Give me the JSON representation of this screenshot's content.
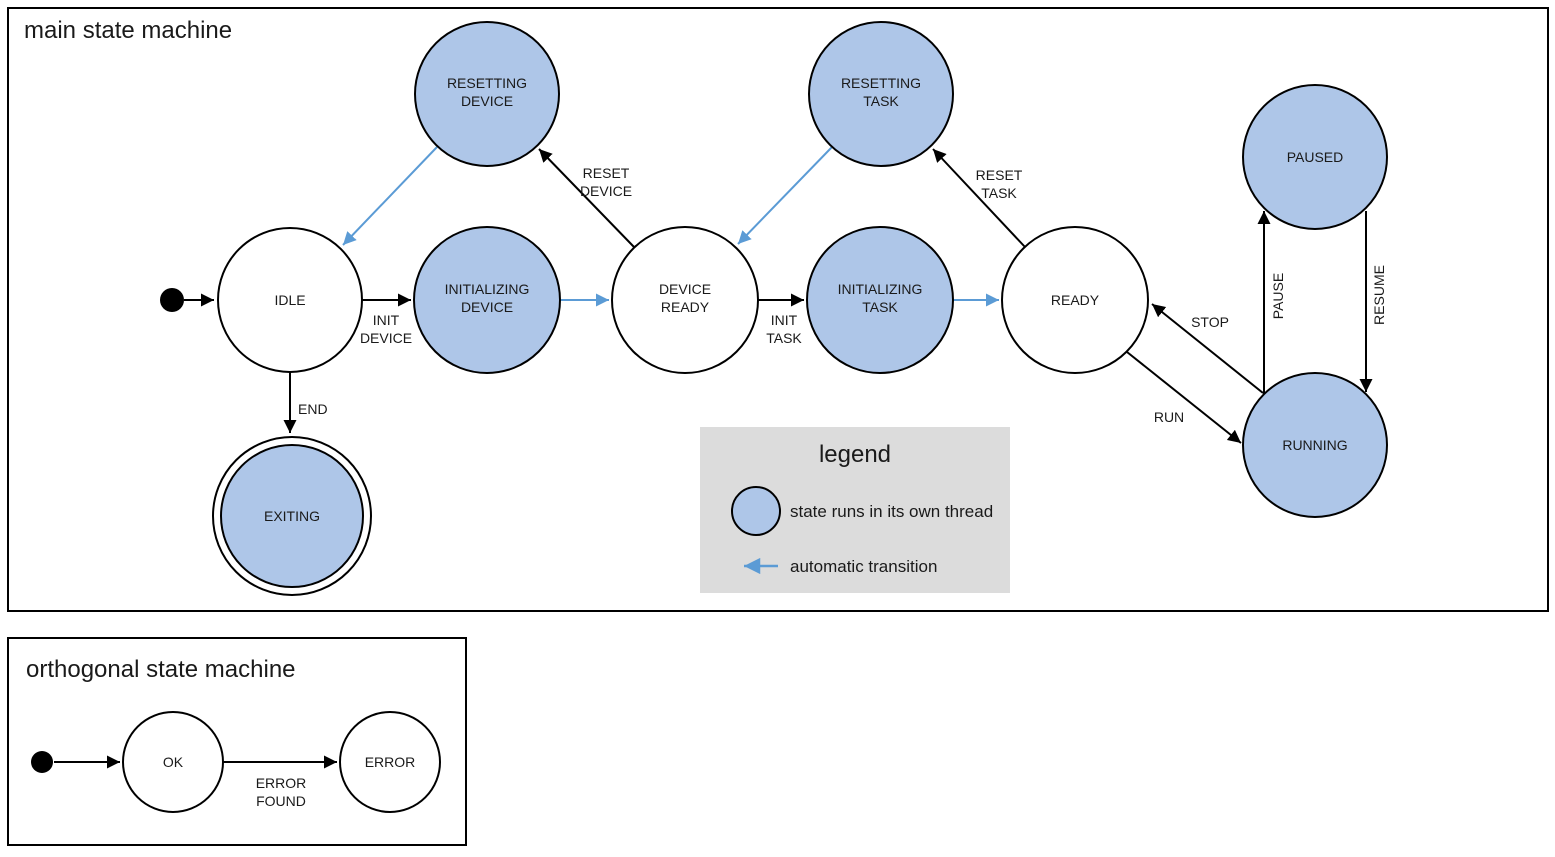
{
  "colors": {
    "threaded_state_fill": "#aec6e8",
    "auto_transition_arrow": "#5b9bd5",
    "legend_background": "#dcdcdc",
    "outline": "#000000"
  },
  "main_machine": {
    "title": "main state machine",
    "states": {
      "idle": {
        "label": "IDLE"
      },
      "resetting_device": {
        "line1": "RESETTING",
        "line2": "DEVICE"
      },
      "initializing_device": {
        "line1": "INITIALIZING",
        "line2": "DEVICE"
      },
      "device_ready": {
        "line1": "DEVICE",
        "line2": "READY"
      },
      "resetting_task": {
        "line1": "RESETTING",
        "line2": "TASK"
      },
      "initializing_task": {
        "line1": "INITIALIZING",
        "line2": "TASK"
      },
      "ready": {
        "label": "READY"
      },
      "paused": {
        "label": "PAUSED"
      },
      "running": {
        "label": "RUNNING"
      },
      "exiting": {
        "label": "EXITING"
      }
    },
    "transitions": {
      "init_device": {
        "line1": "INIT",
        "line2": "DEVICE"
      },
      "reset_device": {
        "line1": "RESET",
        "line2": "DEVICE"
      },
      "init_task": {
        "line1": "INIT",
        "line2": "TASK"
      },
      "reset_task": {
        "line1": "RESET",
        "line2": "TASK"
      },
      "end": {
        "label": "END"
      },
      "stop": {
        "label": "STOP"
      },
      "run": {
        "label": "RUN"
      },
      "pause": {
        "label": "PAUSE"
      },
      "resume": {
        "label": "RESUME"
      }
    }
  },
  "legend": {
    "title": "legend",
    "threaded_state_label": "state runs in its own thread",
    "auto_transition_label": "automatic transition"
  },
  "orthogonal_machine": {
    "title": "orthogonal state machine",
    "states": {
      "ok": {
        "label": "OK"
      },
      "error": {
        "label": "ERROR"
      }
    },
    "transitions": {
      "error_found": {
        "line1": "ERROR",
        "line2": "FOUND"
      }
    }
  }
}
